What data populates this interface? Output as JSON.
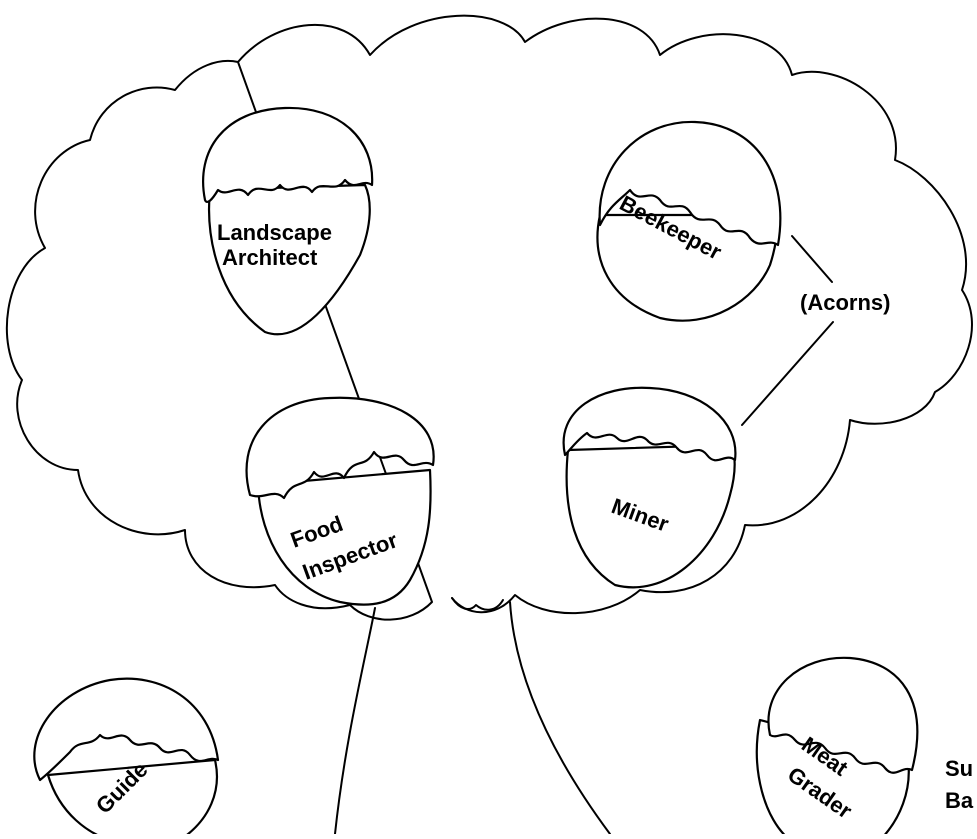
{
  "acorns": [
    {
      "id": "landscape-architect",
      "lines": [
        "Landscape",
        "Architect"
      ]
    },
    {
      "id": "beekeeper",
      "lines": [
        "Beekeeper"
      ]
    },
    {
      "id": "food-inspector",
      "lines": [
        "Food",
        "Inspector"
      ]
    },
    {
      "id": "miner",
      "lines": [
        "Miner"
      ]
    },
    {
      "id": "guide",
      "lines": [
        "Guide"
      ]
    },
    {
      "id": "meat-grader",
      "lines": [
        "Meat",
        "Grader"
      ]
    }
  ],
  "annotation": "(Acorns)",
  "cut_off_text": [
    "Su",
    "Ba"
  ]
}
